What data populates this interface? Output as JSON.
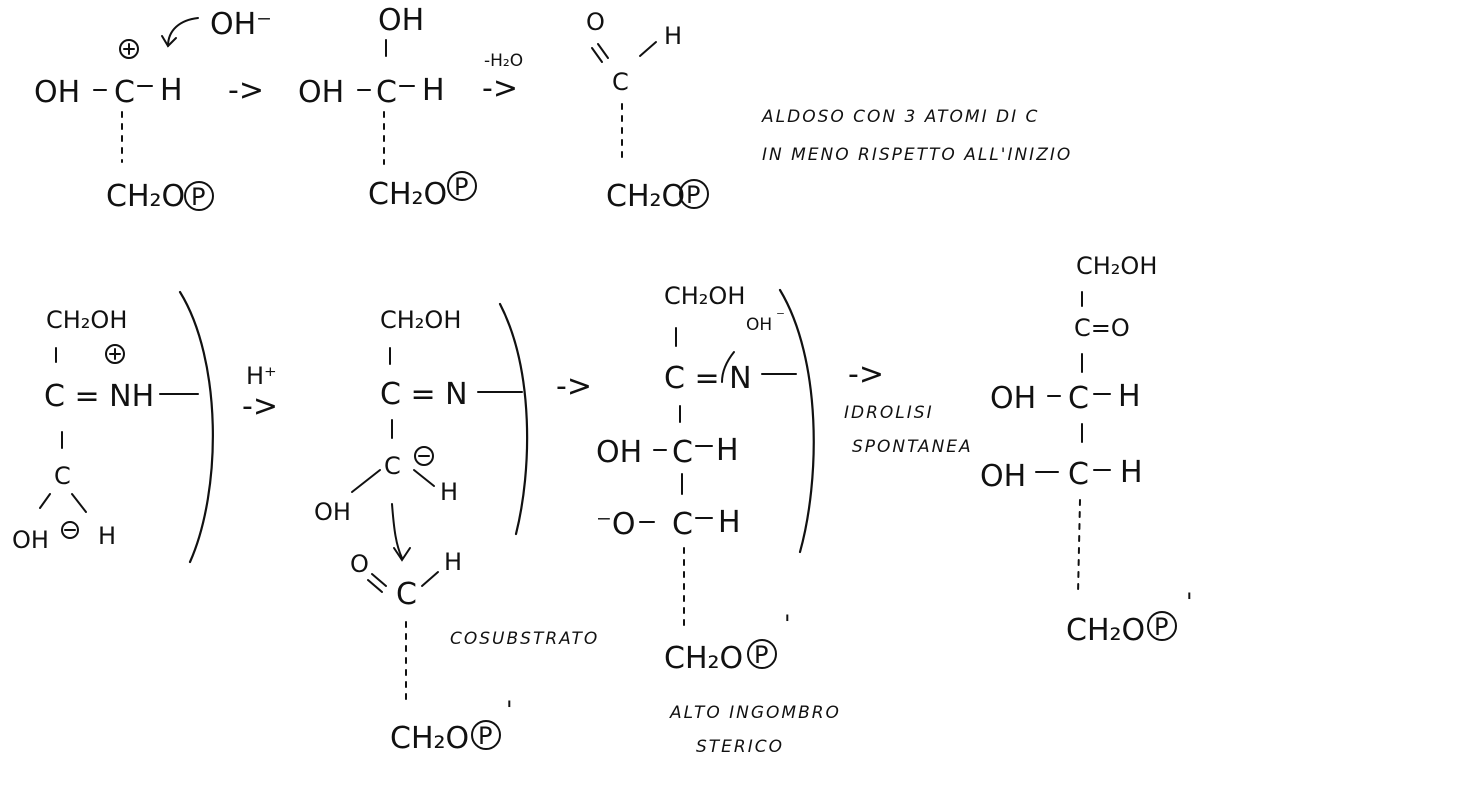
{
  "labels": {
    "oh_minus": "OH⁻",
    "oh": "OH",
    "oh_minus_sup": "⁻",
    "h": "H",
    "c": "C",
    "dash_left": "-",
    "arrow": "->",
    "co_bond": "C=O",
    "cnh": "C = NH",
    "cn": "C = N",
    "ch2oh": "CH₂OH",
    "ch2o": "CH₂O",
    "ch2o_p": "CH₂O",
    "o": "O",
    "minus_o": "⁻O",
    "p": "P",
    "prime": "'",
    "plus": "+",
    "minus": "−",
    "h_plus": "H⁺",
    "minus_h2o": "-H₂O"
  },
  "notes": {
    "aldose_line1": "ALDOSO CON 3 ATOMI DI C",
    "aldose_line2": "IN MENO RISPETTO ALL'INIZIO",
    "cosubstrate": "COSUBSTRATO",
    "hydrolysis_line1": "IDROLISI",
    "hydrolysis_line2": "SPONTANEA",
    "steric_line1": "ALTO INGOMBRO",
    "steric_line2": "STERICO"
  },
  "icons": [
    "curved-arrow-icon",
    "reaction-arrow-icon",
    "circled-p-icon",
    "charge-plus-icon",
    "charge-minus-icon"
  ]
}
